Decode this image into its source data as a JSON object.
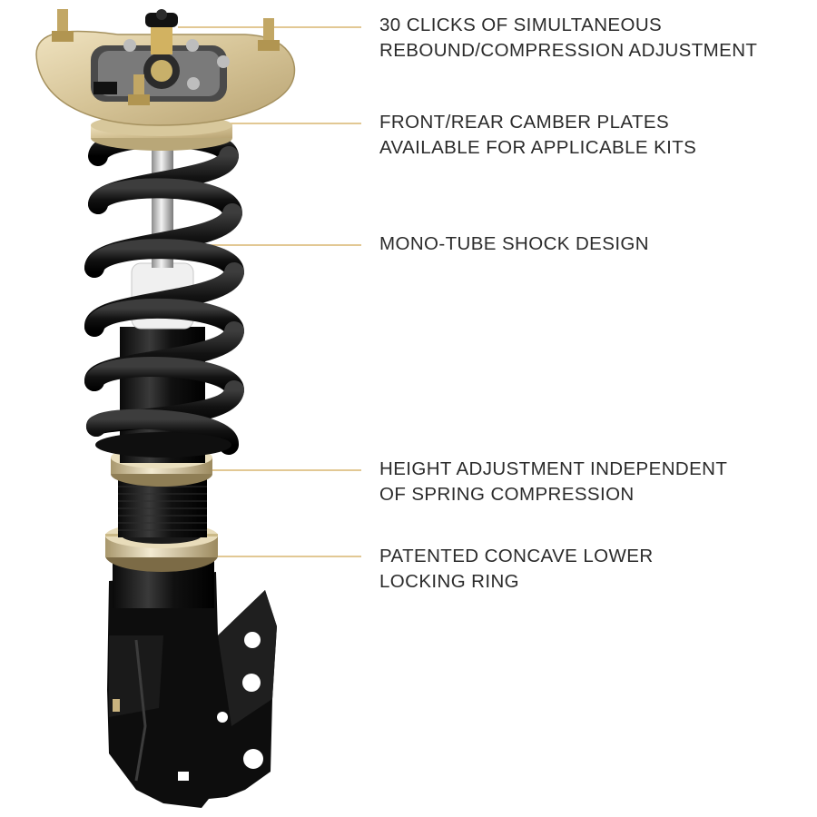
{
  "colors": {
    "leader_line": "#d8b670",
    "plate": "#d9c9a0",
    "spring": "#1a1a1a",
    "text": "#2b2b2b"
  },
  "callouts": [
    {
      "icon": "adjuster-knob",
      "lines": [
        "30 CLICKS OF SIMULTANEOUS",
        "REBOUND/COMPRESSION ADJUSTMENT"
      ]
    },
    {
      "icon": "camber-plate",
      "lines": [
        "FRONT/REAR CAMBER PLATES",
        "AVAILABLE FOR APPLICABLE KITS"
      ]
    },
    {
      "icon": "mono-tube",
      "lines": [
        "MONO-TUBE SHOCK DESIGN"
      ]
    },
    {
      "icon": "height-ring",
      "lines": [
        "HEIGHT ADJUSTMENT INDEPENDENT",
        "OF SPRING COMPRESSION"
      ]
    },
    {
      "icon": "locking-ring",
      "lines": [
        "PATENTED CONCAVE LOWER",
        "LOCKING RING"
      ]
    }
  ]
}
